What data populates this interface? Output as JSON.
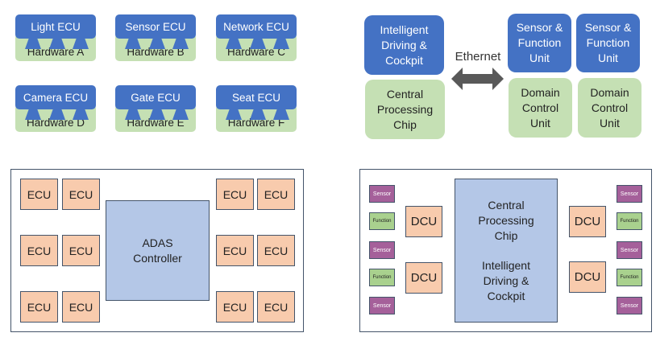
{
  "legacy_ecus": [
    {
      "ecu": "Light ECU",
      "hardware": "Hardware A"
    },
    {
      "ecu": "Sensor ECU",
      "hardware": "Hardware B"
    },
    {
      "ecu": "Network ECU",
      "hardware": "Hardware C"
    },
    {
      "ecu": "Camera ECU",
      "hardware": "Hardware D"
    },
    {
      "ecu": "Gate ECU",
      "hardware": "Hardware E"
    },
    {
      "ecu": "Seat ECU",
      "hardware": "Hardware F"
    }
  ],
  "centralized": {
    "central_top": "Intelligent Driving & Cockpit",
    "central_bottom": "Central Processing Chip",
    "link_label": "Ethernet",
    "units": [
      {
        "top": "Sensor & Function Unit",
        "bottom": "Domain Control Unit"
      },
      {
        "top": "Sensor & Function Unit",
        "bottom": "Domain Control Unit"
      }
    ]
  },
  "adas_layout": {
    "controller": "ADAS Controller",
    "ecu_label": "ECU"
  },
  "domain_layout": {
    "core_line1": "Central Processing Chip",
    "core_line2": "Intelligent Driving & Cockpit",
    "dcu_label": "DCU",
    "sensor_label": "Sensor",
    "function_label": "Function"
  },
  "colors": {
    "blue": "#4472c4",
    "green": "#c5e0b4",
    "orange": "#f8cbad",
    "light_blue": "#b4c7e7",
    "purple": "#a5609a",
    "function_green": "#a9d18e"
  }
}
